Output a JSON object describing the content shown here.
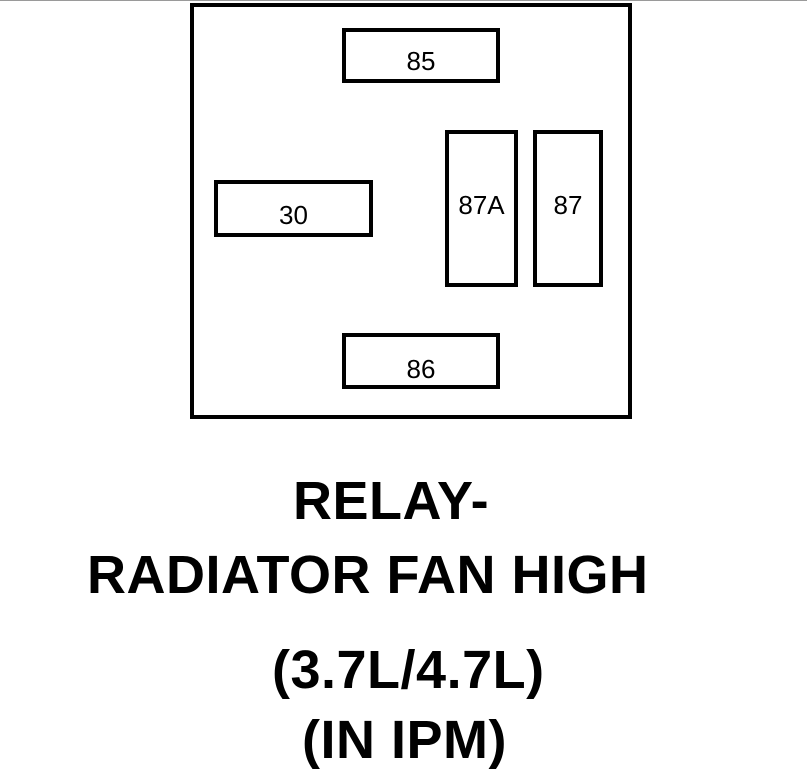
{
  "diagram": {
    "pins": {
      "p85": "85",
      "p30": "30",
      "p87a": "87A",
      "p87": "87",
      "p86": "86"
    },
    "caption": {
      "line1": "RELAY-",
      "line2": "RADIATOR FAN HIGH",
      "line3": "(3.7L/4.7L)",
      "line4": "(IN IPM)"
    }
  }
}
